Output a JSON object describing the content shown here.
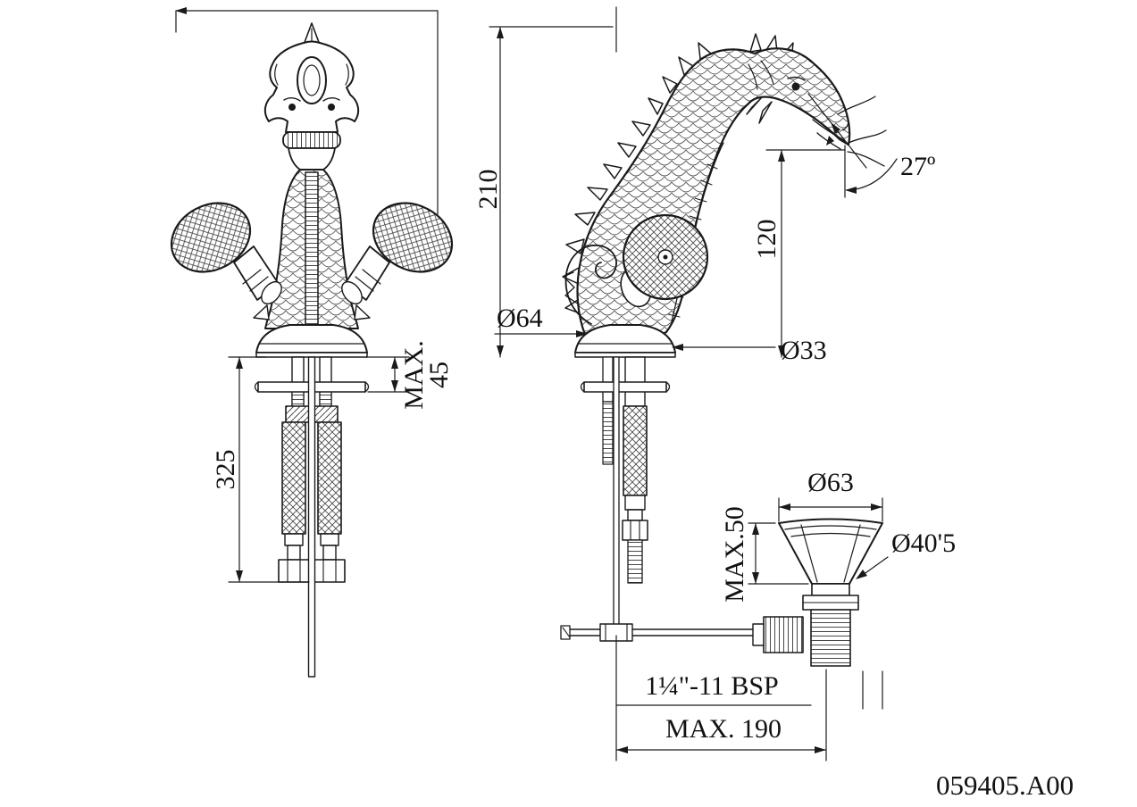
{
  "page": {
    "background": "#ffffff",
    "line_color": "#1a1a1a"
  },
  "drawing": {
    "part_number": "059405.A00",
    "front_view_dimensions": {
      "counter_max_label": "MAX.",
      "counter_max_value": "45",
      "hose_length": "325"
    },
    "side_view_dimensions": {
      "total_height": "210",
      "spout_height": "120",
      "spout_angle": "27º",
      "base_diameter": "Ø64",
      "shank_diameter": "Ø33"
    },
    "drain_dimensions": {
      "flange_diameter": "Ø63",
      "counter_max": "MAX.50",
      "body_diameter": "Ø40'5",
      "thread_spec": "1¼\"-11 BSP",
      "max_reach": "MAX. 190"
    }
  }
}
